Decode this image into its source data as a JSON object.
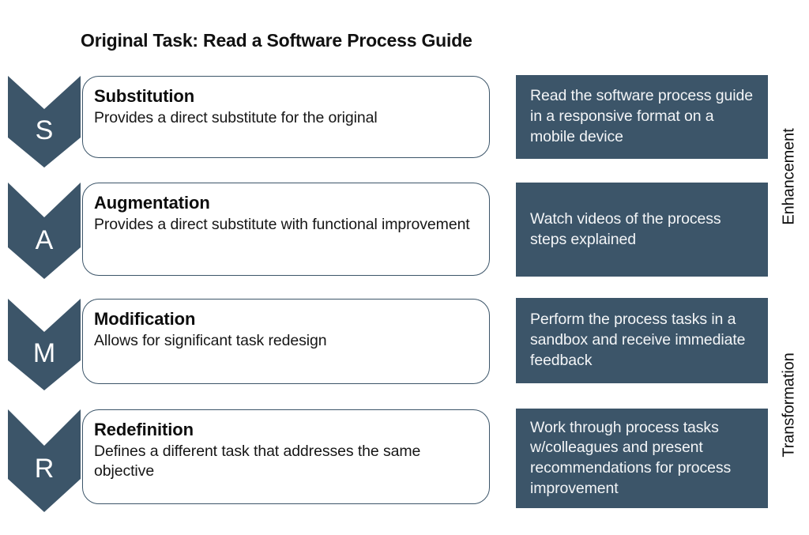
{
  "title": "Original Task: Read a Software Process Guide",
  "colors": {
    "accent": "#3C5569",
    "card_border": "#3C5569",
    "background": "#FFFFFF",
    "panel_text": "#F3F5F7",
    "title_text": "#111111"
  },
  "rows": [
    {
      "letter": "S",
      "name": "Substitution",
      "description": "Provides a direct substitute for the original",
      "example": "Read the software process guide in a responsive format on a mobile device"
    },
    {
      "letter": "A",
      "name": "Augmentation",
      "description": "Provides a direct substitute with functional improvement",
      "example": "Watch videos of the process steps explained"
    },
    {
      "letter": "M",
      "name": "Modification",
      "description": "Allows for significant task redesign",
      "example": "Perform the process tasks in a sandbox and receive immediate feedback"
    },
    {
      "letter": "R",
      "name": "Redefinition",
      "description": "Defines a different task that addresses the same objective",
      "example": "Work through process tasks w/colleagues and present recommendations for process improvement"
    }
  ],
  "side_labels": [
    {
      "text": "Enhancement",
      "covers_rows": [
        0,
        1
      ]
    },
    {
      "text": "Transformation",
      "covers_rows": [
        2,
        3
      ]
    }
  ]
}
